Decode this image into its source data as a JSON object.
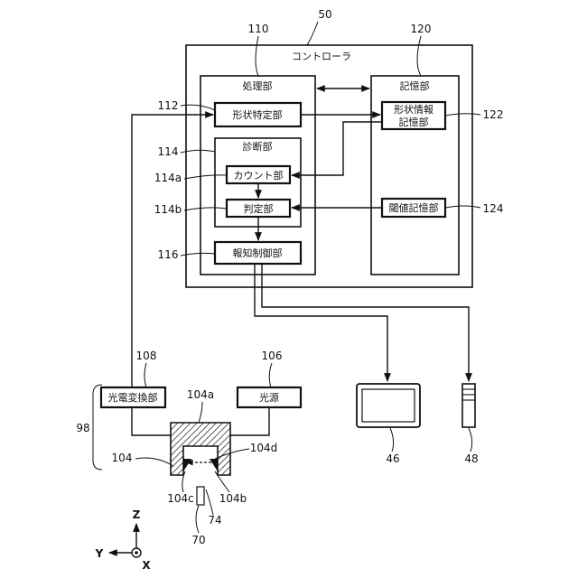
{
  "refs": {
    "controller": "50",
    "processing": "110",
    "storage": "120",
    "shape_spec": "112",
    "shape_info": "122",
    "diagnosis": "114",
    "count": "114a",
    "judge": "114b",
    "threshold": "124",
    "notify": "116",
    "converter": "108",
    "light_source": "106",
    "sensor_group": "98",
    "housing": "104",
    "housing_top": "104a",
    "part_d": "104d",
    "part_c": "104c",
    "part_b": "104b",
    "pin": "74",
    "target": "70",
    "display": "46",
    "lamp": "48"
  },
  "labels": {
    "controller": "コントローラ",
    "processing": "処理部",
    "storage": "記憶部",
    "shape_spec": "形状特定部",
    "shape_info_1": "形状情報",
    "shape_info_2": "記憶部",
    "diagnosis": "診断部",
    "count": "カウント部",
    "judge": "判定部",
    "threshold": "閾値記憶部",
    "notify": "報知制御部",
    "converter": "光電変換部",
    "light_source": "光源"
  },
  "axes": {
    "z": "Z",
    "y": "Y",
    "x": "X"
  }
}
